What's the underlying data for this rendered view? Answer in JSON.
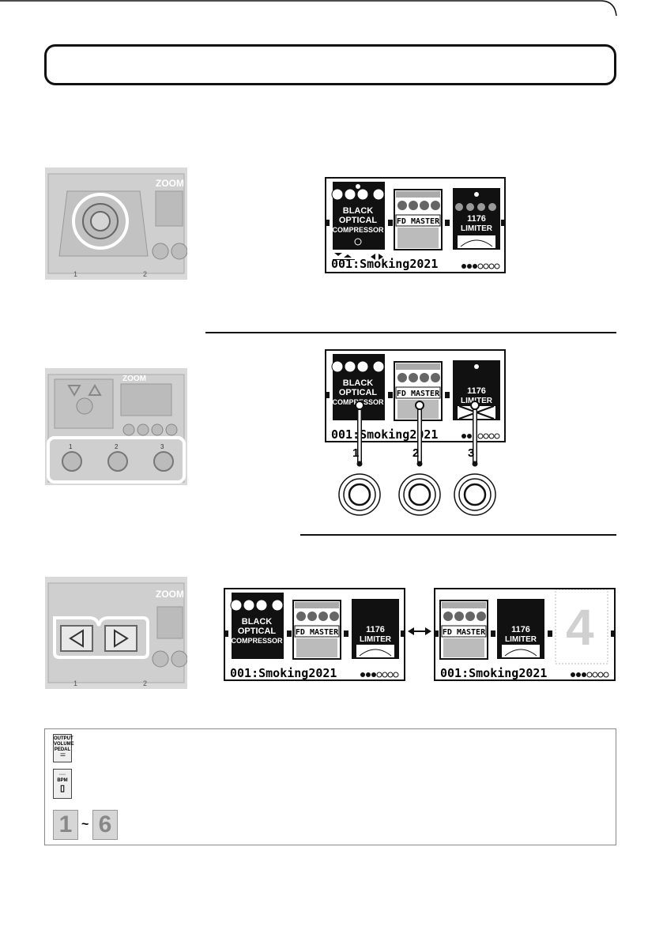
{
  "header": {
    "title": ""
  },
  "lcd": {
    "patch_name": "001:Smoking2021",
    "effects": [
      {
        "name_lines": [
          "BLACK",
          "OPTICAL",
          "COMPRESSOR"
        ]
      },
      {
        "name_lines": [
          "FD MASTER"
        ]
      },
      {
        "name_lines": [
          "1176",
          "LIMITER"
        ]
      }
    ],
    "extra_slot_number": "4"
  },
  "footswitches": {
    "labels": [
      "1",
      "2",
      "3"
    ]
  },
  "legend": {
    "icon_output_volume_lines": [
      "OUTPUT",
      "VOLUME",
      "PEDAL"
    ],
    "icon_bpm_label": "BPM",
    "range_start": "1",
    "range_separator": "~",
    "range_end": "6"
  },
  "colors": {
    "lcd_ink": "#111111",
    "photo_bg": "#d9d9d9",
    "highlight_ring": "#ffffff"
  }
}
